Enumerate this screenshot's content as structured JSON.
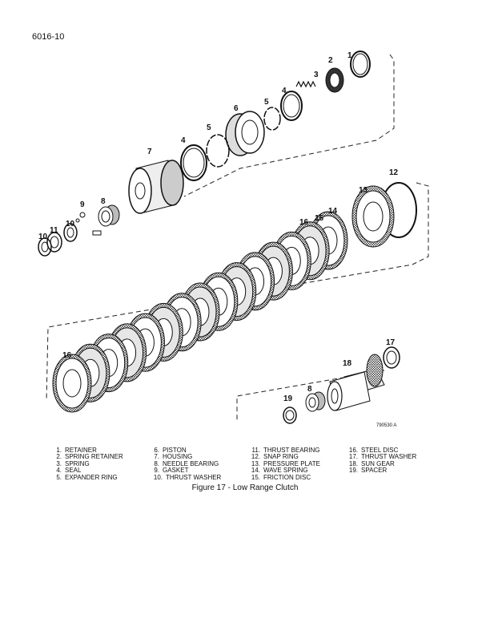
{
  "page_id": "6016-10",
  "drawing_number": "790530 A",
  "callouts": {
    "c1": "1",
    "c2": "2",
    "c3": "3",
    "c4": "4",
    "c5a": "5",
    "c5b": "5",
    "c6": "6",
    "c7": "7",
    "c8a": "8",
    "c9": "9",
    "c10a": "10",
    "c10b": "10",
    "c11": "11",
    "c12": "12",
    "c13": "13",
    "c14": "14",
    "c15": "15",
    "c16a": "16",
    "c16b": "16",
    "c17": "17",
    "c18": "18",
    "c19": "19",
    "c8b": "8"
  },
  "legend": {
    "col1": [
      {
        "n": "1.",
        "label": "RETAINER"
      },
      {
        "n": "2.",
        "label": "SPRING RETAINER"
      },
      {
        "n": "3.",
        "label": "SPRING"
      },
      {
        "n": "4.",
        "label": "SEAL"
      },
      {
        "n": "5.",
        "label": "EXPANDER RING"
      }
    ],
    "col2": [
      {
        "n": "6.",
        "label": "PISTON"
      },
      {
        "n": "7.",
        "label": "HOUSING"
      },
      {
        "n": "8.",
        "label": "NEEDLE BEARING"
      },
      {
        "n": "9.",
        "label": "GASKET"
      },
      {
        "n": "10.",
        "label": "THRUST WASHER"
      }
    ],
    "col3": [
      {
        "n": "11.",
        "label": "THRUST BEARING"
      },
      {
        "n": "12.",
        "label": "SNAP RING"
      },
      {
        "n": "13.",
        "label": "PRESSURE PLATE"
      },
      {
        "n": "14.",
        "label": "WAVE SPRING"
      },
      {
        "n": "15.",
        "label": "FRICTION DISC"
      }
    ],
    "col4": [
      {
        "n": "16.",
        "label": "STEEL DISC"
      },
      {
        "n": "17.",
        "label": "THRUST WASHER"
      },
      {
        "n": "18.",
        "label": "SUN GEAR"
      },
      {
        "n": "19.",
        "label": "SPACER"
      }
    ]
  },
  "caption": "Figure 17 - Low Range Clutch"
}
